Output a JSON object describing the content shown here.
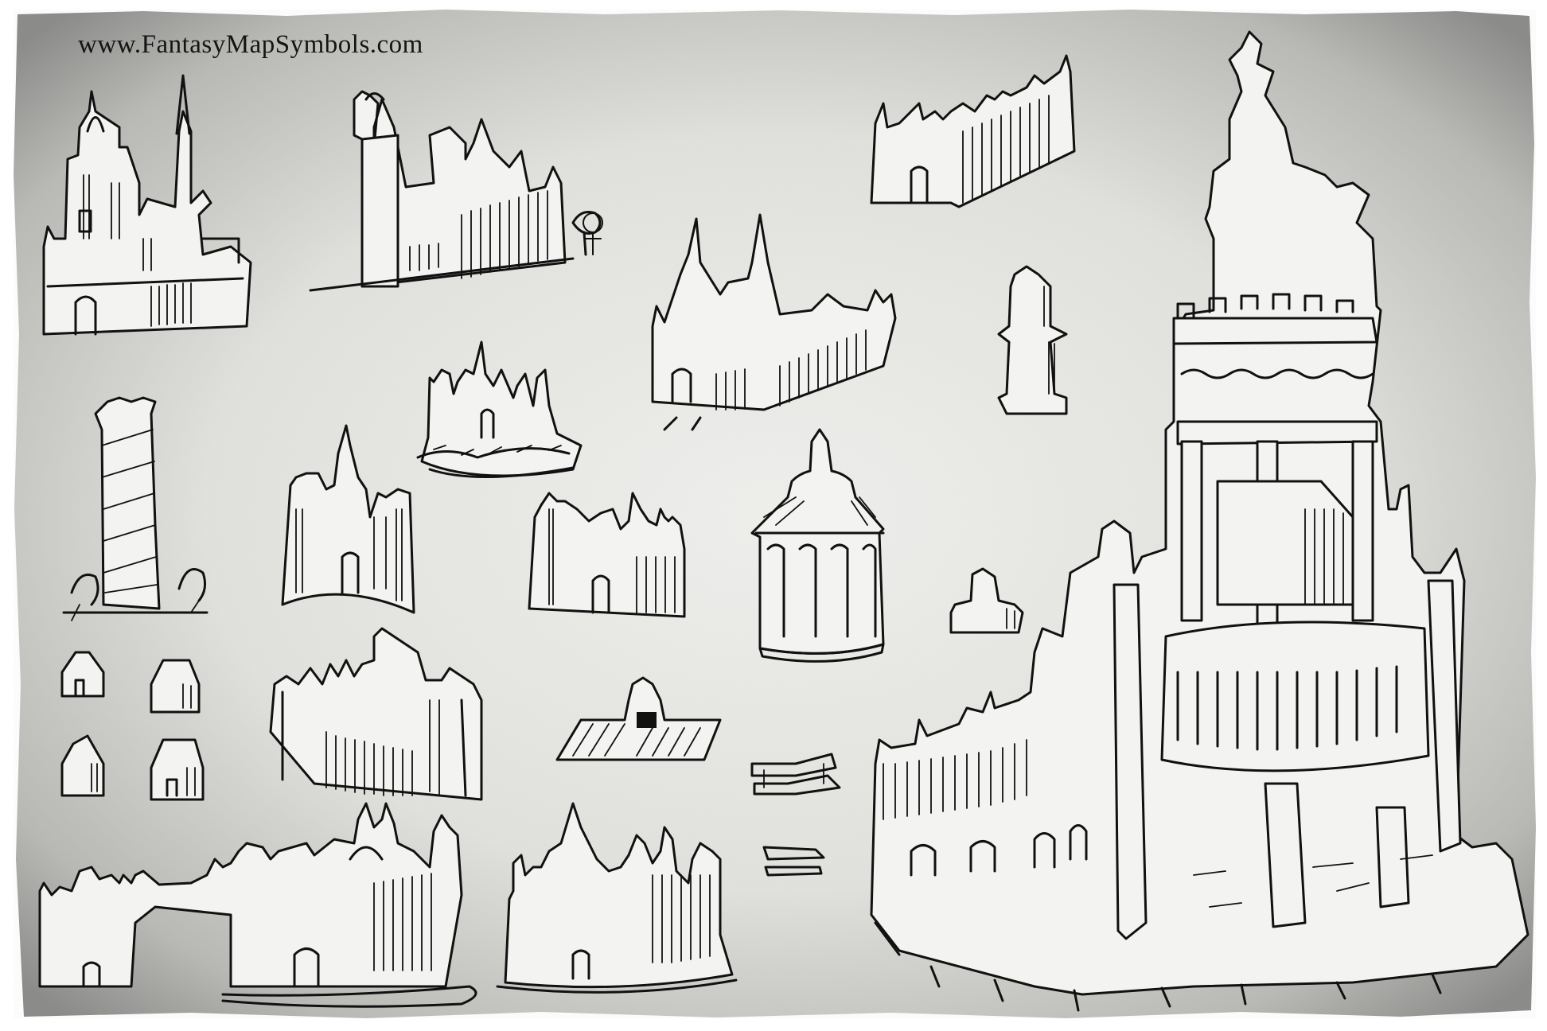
{
  "watermark": "www.FantasyMapSymbols.com",
  "colors": {
    "paper_center": "#efefec",
    "paper_edge": "#8e8e8c",
    "ink": "#111111",
    "frame": "#ffffff"
  },
  "symbols": [
    "castle-symbol",
    "castle-symbol",
    "fortress-wall-symbol",
    "castle-symbol",
    "ruined-tower-symbol",
    "hill-castle-symbol",
    "pillar-tower-symbol",
    "castle-symbol",
    "castle-symbol",
    "domed-pavilion-symbol",
    "small-tower-symbol",
    "house-symbol",
    "castle-symbol",
    "courtyard-symbol",
    "bridge-symbol",
    "castle-symbol",
    "grand-castle-tower-symbol",
    "tree-symbol"
  ]
}
